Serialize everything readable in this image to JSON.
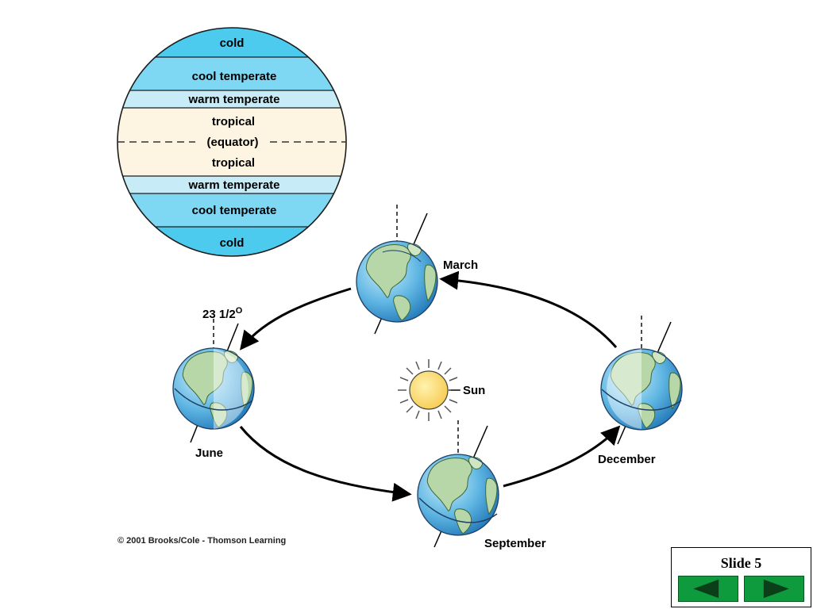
{
  "zones": {
    "cold_top": "cold",
    "cool_temperate_top": "cool temperate",
    "warm_temperate_top": "warm temperate",
    "tropical_top": "tropical",
    "equator": "(equator)",
    "tropical_bottom": "tropical",
    "warm_temperate_bottom": "warm temperate",
    "cool_temperate_bottom": "cool temperate",
    "cold_bottom": "cold"
  },
  "zone_colors": {
    "cold": "#4ccbef",
    "cool_temperate": "#7fd8f3",
    "warm_temperate": "#c7ecf7",
    "tropical": "#fdf5e2"
  },
  "orbit": {
    "march": "March",
    "june": "June",
    "september": "September",
    "december": "December",
    "sun": "Sun",
    "tilt": "23 1/2",
    "tilt_degree": "O"
  },
  "copyright": "© 2001 Brooks/Cole - Thomson Learning",
  "nav": {
    "slide_label": "Slide 5"
  }
}
